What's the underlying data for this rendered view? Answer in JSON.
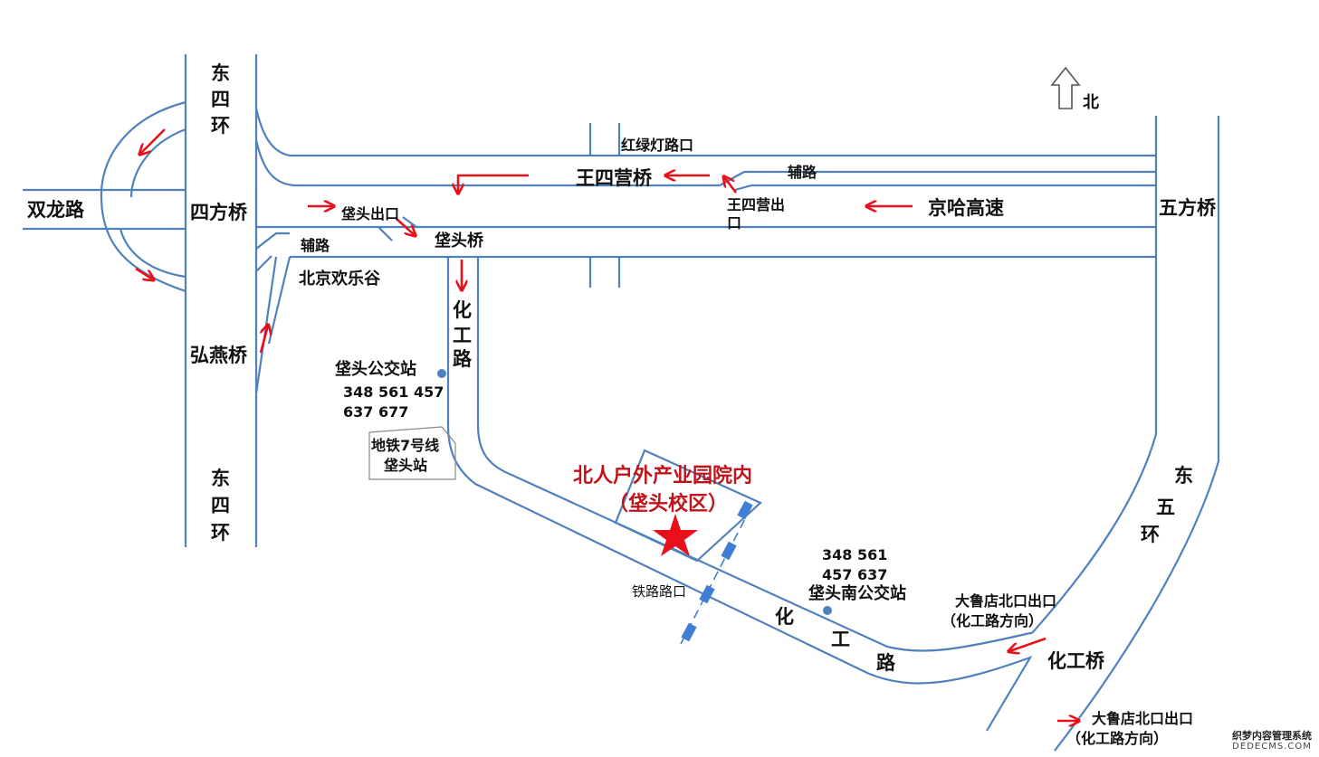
{
  "colors": {
    "road": "#4f81bd",
    "arrow": "#e8101a",
    "destination": "#c0141c",
    "station_dot": "#4f81bd",
    "rail": "#3f7fd3"
  },
  "compass": {
    "north_label": "北",
    "icon": "north-arrow-icon"
  },
  "roads": {
    "east_4th_ring_top": [
      "东",
      "四",
      "环"
    ],
    "east_4th_ring_bottom": [
      "东",
      "四",
      "环"
    ],
    "east_5th_ring": [
      "东",
      "五",
      "环"
    ],
    "hua_gong_road_north": [
      "化",
      "工",
      "路"
    ],
    "hua_gong_road_south": [
      "化",
      "工",
      "路"
    ],
    "shuanglong_road": "双龙路",
    "jingha_expressway": "京哈高速",
    "fulu_upper": "辅路",
    "fulu_left": "辅路"
  },
  "bridges": {
    "sifang": "四方桥",
    "hongyan": "弘燕桥",
    "wusi_ying": "王四营桥",
    "wufang": "五方桥",
    "baotou": "垡头桥",
    "huagong": "化工桥"
  },
  "exits": {
    "traffic_light_intersection": "红绿灯路口",
    "baotou_exit": "垡头出口",
    "wusi_ying_exit_line1": "王四营出",
    "wusi_ying_exit_line2": "口",
    "railway_crossing": "铁路路口",
    "daludian_north_exit_1": "大鲁店北口出口",
    "daludian_north_exit_1_dir": "（化工路方向）",
    "daludian_north_exit_2": "大鲁店北口出口",
    "daludian_north_exit_2_dir": "（化工路方向）"
  },
  "landmarks": {
    "happy_valley": "北京欢乐谷"
  },
  "stations": {
    "baotou_bus": {
      "name": "垡头公交站",
      "routes_line1": "348 561 457",
      "routes_line2": "637 677"
    },
    "metro": {
      "line1": "地铁7号线",
      "line2": "垡头站"
    },
    "baotou_south_bus": {
      "name": "垡头南公交站",
      "routes_line1": "348 561",
      "routes_line2": "457 637"
    }
  },
  "destination": {
    "line1": "北人户外产业园院内",
    "line2": "（垡头校区）",
    "icon": "star-icon"
  },
  "watermark": {
    "line1": "织梦内容管理系统",
    "line2": "DEDECMS.COM"
  }
}
